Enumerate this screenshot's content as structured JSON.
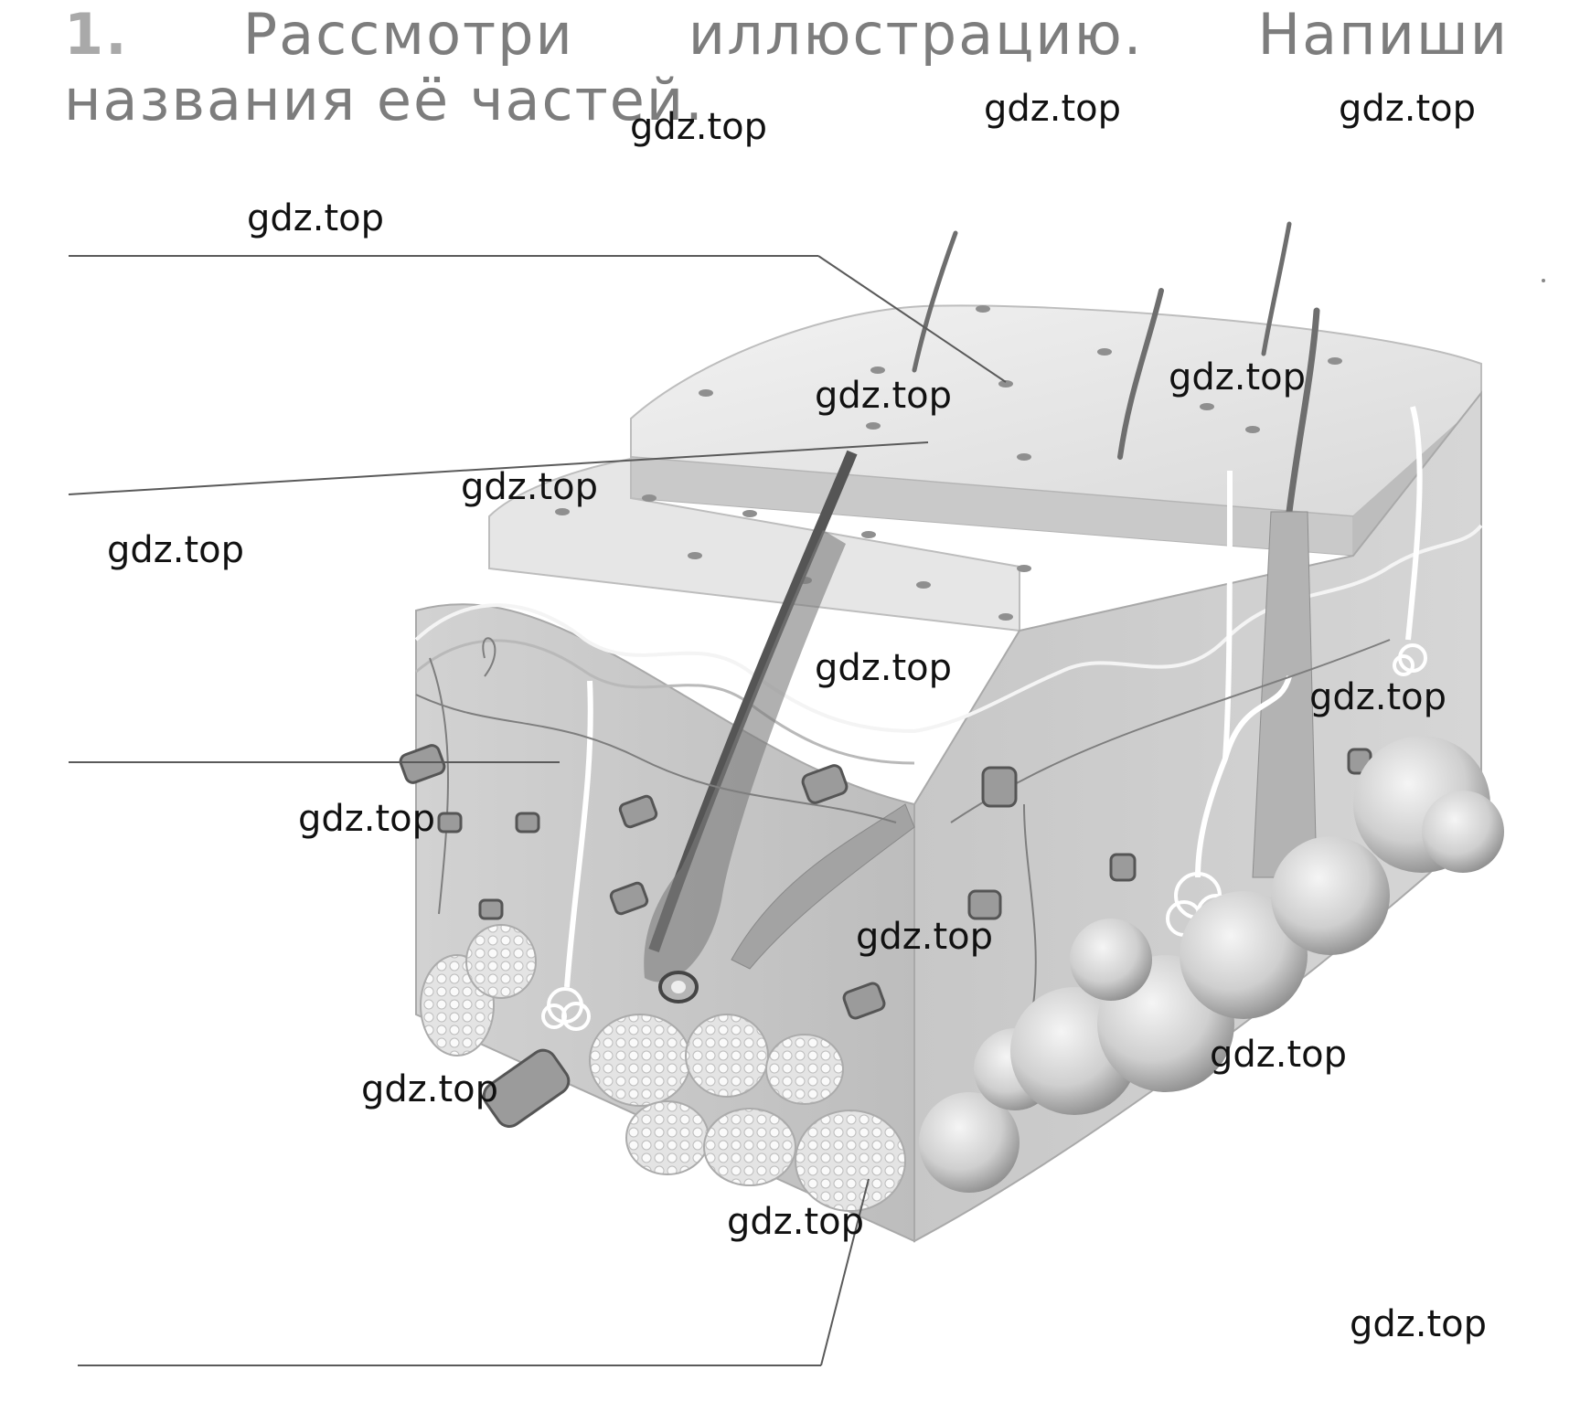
{
  "task": {
    "number": "1.",
    "text": "Рассмотри иллюстрацию. Напиши названия её частей."
  },
  "answer_lines": [
    "",
    "",
    "",
    ""
  ],
  "watermarks": [
    "gdz.top",
    "gdz.top",
    "gdz.top",
    "gdz.top",
    "gdz.top",
    "gdz.top",
    "gdz.top",
    "gdz.top",
    "gdz.top",
    "gdz.top",
    "gdz.top",
    "gdz.top",
    "gdz.top",
    "gdz.top",
    "gdz.top"
  ],
  "colors": {
    "text": "#7d7d7d",
    "line": "#555555",
    "watermark": "#111111"
  }
}
